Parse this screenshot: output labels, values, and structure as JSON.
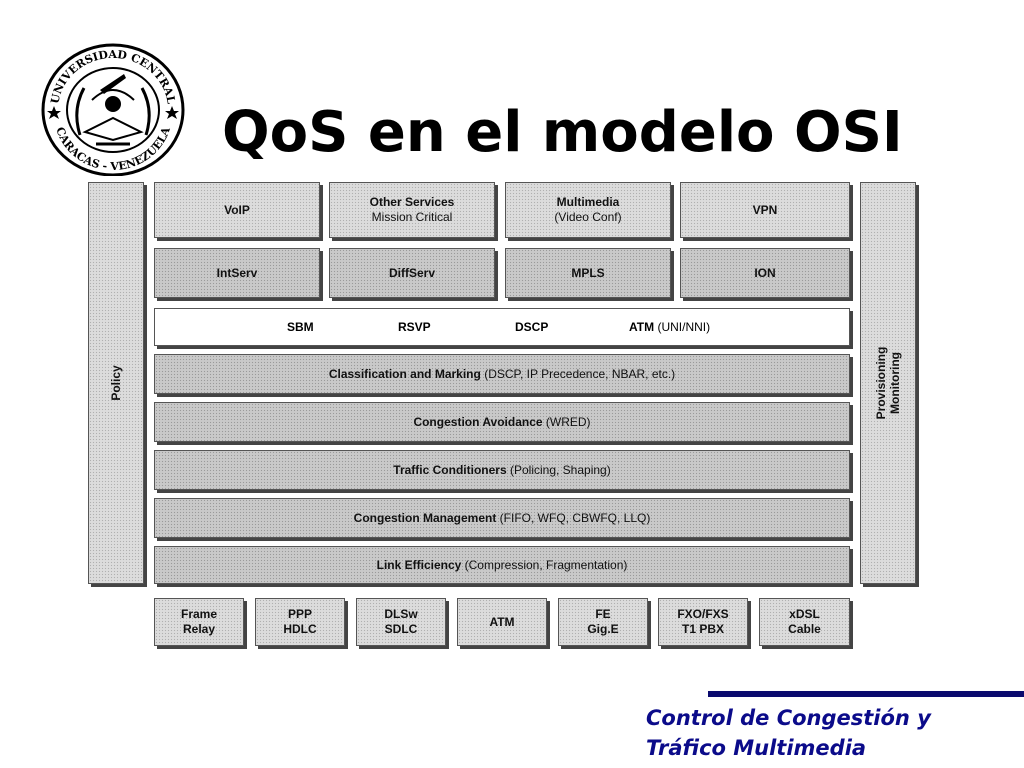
{
  "slide": {
    "title": "QoS en el modelo OSI",
    "footer_line1": "Control de Congestión y",
    "footer_line2": "Tráfico Multimedia",
    "accent_color": "#0b0b8a"
  },
  "logo": {
    "icon": "university-seal-icon",
    "top_text": "UNIVERSIDAD CENTRAL",
    "bottom_text": "CARACAS - VENEZUELA"
  },
  "diagram": {
    "policy_label": "Policy",
    "provisioning_label": "Provisioning",
    "monitoring_label": "Monitoring",
    "services": [
      {
        "l1": "VoIP",
        "l2": ""
      },
      {
        "l1": "Other Services",
        "l2": "Mission Critical"
      },
      {
        "l1": "Multimedia",
        "l2": "(Video Conf)"
      },
      {
        "l1": "VPN",
        "l2": ""
      }
    ],
    "architectures": [
      "IntServ",
      "DiffServ",
      "MPLS",
      "ION"
    ],
    "protocols": {
      "sbm": "SBM",
      "rsvp": "RSVP",
      "dscp": "DSCP",
      "atm": "ATM",
      "atm_detail": " (UNI/NNI)"
    },
    "layers": [
      {
        "name": "Classification and Marking",
        "detail": " (DSCP, IP Precedence, NBAR, etc.)"
      },
      {
        "name": "Congestion Avoidance",
        "detail": " (WRED)"
      },
      {
        "name": "Traffic Conditioners",
        "detail": " (Policing, Shaping)"
      },
      {
        "name": "Congestion Management",
        "detail": " (FIFO, WFQ, CBWFQ, LLQ)"
      },
      {
        "name": "Link Efficiency",
        "detail": " (Compression, Fragmentation)"
      }
    ],
    "links": [
      {
        "l1": "Frame",
        "l2": "Relay"
      },
      {
        "l1": "PPP",
        "l2": "HDLC"
      },
      {
        "l1": "DLSw",
        "l2": "SDLC"
      },
      {
        "l1": "ATM",
        "l2": ""
      },
      {
        "l1": "FE",
        "l2": "Gig.E"
      },
      {
        "l1": "FXO/FXS",
        "l2": "T1 PBX"
      },
      {
        "l1": "xDSL",
        "l2": "Cable"
      }
    ]
  }
}
